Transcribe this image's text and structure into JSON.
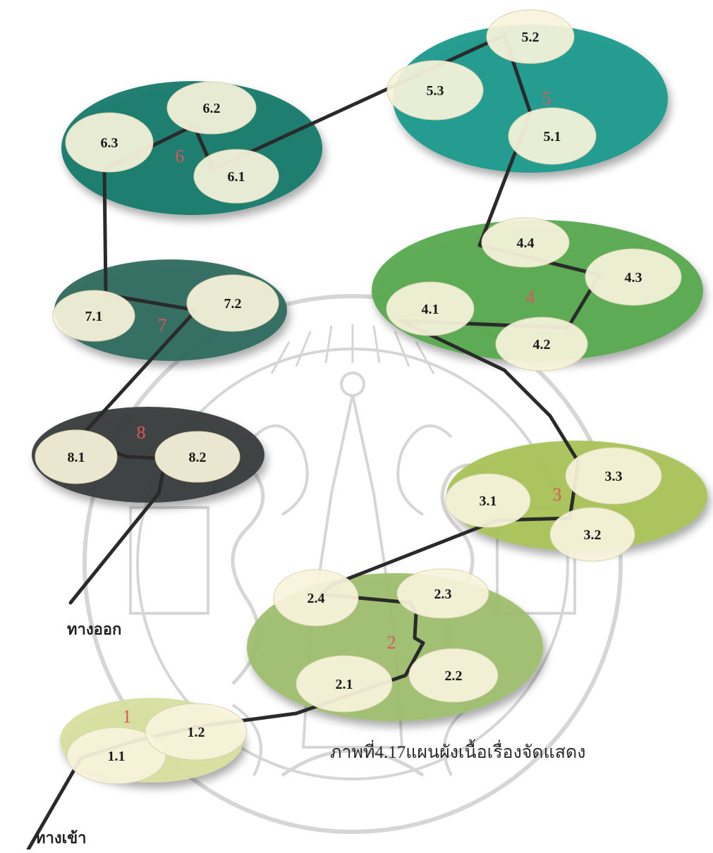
{
  "caption": "ภาพที่4.17แผนผังเนื้อเรื่องจัดแสดง",
  "entrance_label": "ทางเข้า",
  "exit_label": "ทางออก",
  "colors": {
    "zone1": "#d7df9f",
    "zone2": "#9fbf6f",
    "zone3": "#a9c35a",
    "zone4": "#5aa94f",
    "zone5": "#1e9a8c",
    "zone6": "#157a6a",
    "zone7": "#2f6a5e",
    "zone8": "#3a3d3c",
    "sub_ellipse": "#f7f3dc",
    "path": "#2b2a2a",
    "zone_number": "#e0555d",
    "watermark": "#b5b5b5"
  },
  "zones": [
    {
      "id": "1",
      "label": "1",
      "subs": [
        "1.1",
        "1.2"
      ]
    },
    {
      "id": "2",
      "label": "2",
      "subs": [
        "2.1",
        "2.2",
        "2.3",
        "2.4"
      ]
    },
    {
      "id": "3",
      "label": "3",
      "subs": [
        "3.1",
        "3.2",
        "3.3"
      ]
    },
    {
      "id": "4",
      "label": "4",
      "subs": [
        "4.1",
        "4.2",
        "4.3",
        "4.4"
      ]
    },
    {
      "id": "5",
      "label": "5",
      "subs": [
        "5.1",
        "5.2",
        "5.3"
      ]
    },
    {
      "id": "6",
      "label": "6",
      "subs": [
        "6.1",
        "6.2",
        "6.3"
      ]
    },
    {
      "id": "7",
      "label": "7",
      "subs": [
        "7.1",
        "7.2"
      ]
    },
    {
      "id": "8",
      "label": "8",
      "subs": [
        "8.1",
        "8.2"
      ]
    }
  ]
}
